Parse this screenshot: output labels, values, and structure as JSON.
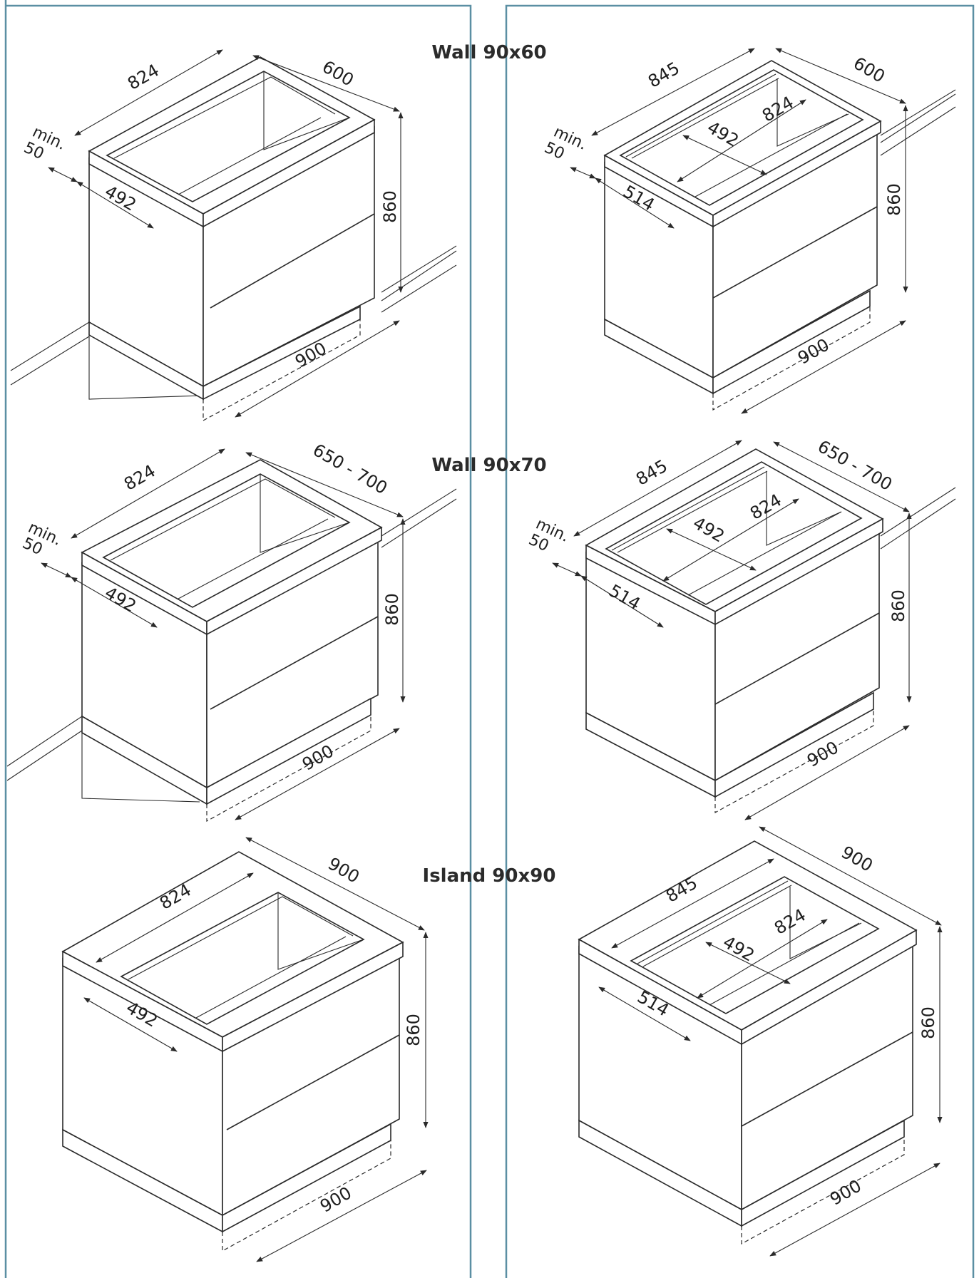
{
  "titles": {
    "wall_90x60": "Wall 90x60",
    "wall_90x70": "Wall 90x70",
    "island_90x90": "Island 90x90"
  },
  "colors": {
    "panel_border": "#5b8fa3",
    "line": "#2a2a2a"
  },
  "wall60_left": {
    "width_top": "824",
    "depth": "600",
    "min_label": "min.",
    "min_value": "50",
    "cutout": "492",
    "height": "860",
    "width": "900"
  },
  "wall60_right": {
    "width_top": "845",
    "depth": "600",
    "min_label": "min.",
    "min_value": "50",
    "inner_length": "824",
    "inner_depth": "492",
    "cutout": "514",
    "height": "860",
    "width": "900"
  },
  "wall70_left": {
    "width_top": "824",
    "depth": "650 - 700",
    "min_label": "min.",
    "min_value": "50",
    "cutout": "492",
    "height": "860",
    "width": "900"
  },
  "wall70_right": {
    "width_top": "845",
    "depth": "650 - 700",
    "min_label": "min.",
    "min_value": "50",
    "inner_length": "824",
    "inner_depth": "492",
    "cutout": "514",
    "height": "860",
    "width": "900"
  },
  "island_left": {
    "depth": "900",
    "width_top": "824",
    "cutout": "492",
    "height": "860",
    "width": "900"
  },
  "island_right": {
    "depth": "900",
    "width_top": "845",
    "inner_length": "824",
    "inner_depth": "492",
    "cutout": "514",
    "height": "860",
    "width": "900"
  }
}
